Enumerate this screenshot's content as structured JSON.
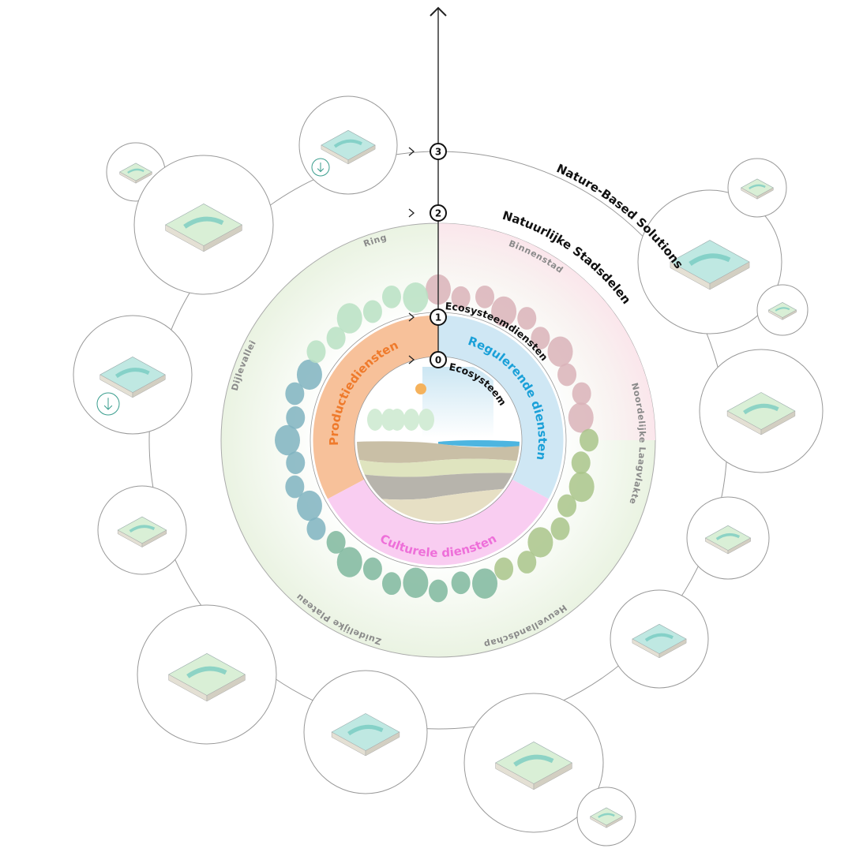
{
  "levels": [
    {
      "number": "0",
      "label": "Ecosysteem"
    },
    {
      "number": "1",
      "label": "Ecosysteemdiensten"
    },
    {
      "number": "2",
      "label": "Natuurlijke Stadsdelen"
    },
    {
      "number": "3",
      "label": "Nature-Based Solutions"
    }
  ],
  "services": {
    "production": {
      "label": "Productiediensten",
      "color": "#f7c19a",
      "text_color": "#ef7a2b"
    },
    "regulating": {
      "label": "Regulerende diensten",
      "color": "#cfe7f4",
      "text_color": "#1aa0d8"
    },
    "cultural": {
      "label": "Culturele diensten",
      "color": "#f9cdf1",
      "text_color": "#ee6fd9"
    }
  },
  "regions": [
    "Binnenstad",
    "Noordelijke Laagvlakte",
    "Heuvellandschap",
    "Zuidelijke Plateau",
    "Dijlevallei",
    "Ring"
  ],
  "colors": {
    "line": "#8f8f8f",
    "axis": "#333333",
    "water": "#9ddbd6",
    "green": "#a9d9a8",
    "soil": "#d8d0b8"
  }
}
